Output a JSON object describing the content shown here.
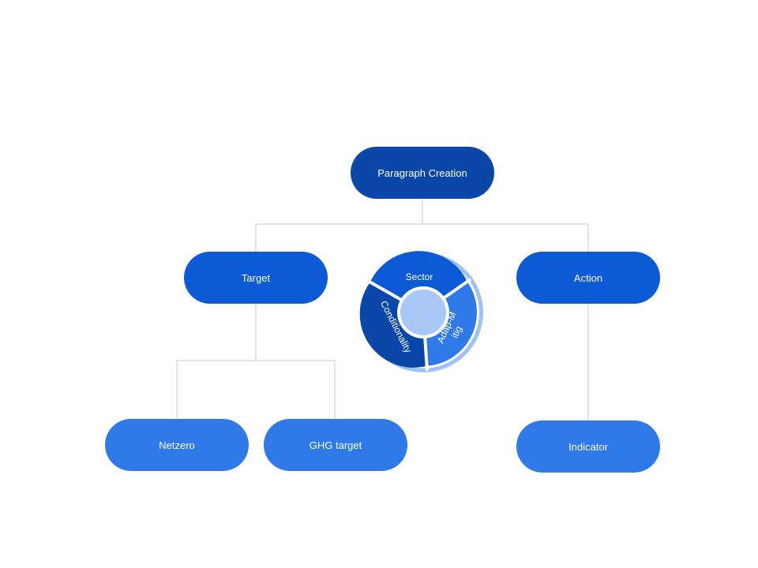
{
  "diagram": {
    "root": {
      "label": "Paragraph Creation"
    },
    "target": {
      "label": "Target"
    },
    "action": {
      "label": "Action"
    },
    "netzero": {
      "label": "Netzero"
    },
    "ghg_target": {
      "label": "GHG target"
    },
    "indicator": {
      "label": "Indicator"
    },
    "wheel": {
      "segments": [
        {
          "label": "Sector",
          "color": "#0c5ad6"
        },
        {
          "label": "Adap-M",
          "label_line2": "itig",
          "color": "#2f7ae8"
        },
        {
          "label": "Conditionality",
          "color": "#0a47a8"
        }
      ],
      "ring_color": "#9fc1f5",
      "hub_color": "#a9c8f7"
    },
    "colors": {
      "connector": "#c8c8c8",
      "root_fill": "#0a47a8",
      "level1_fill": "#0c5ad6",
      "level2_fill": "#2f7ae8"
    }
  }
}
